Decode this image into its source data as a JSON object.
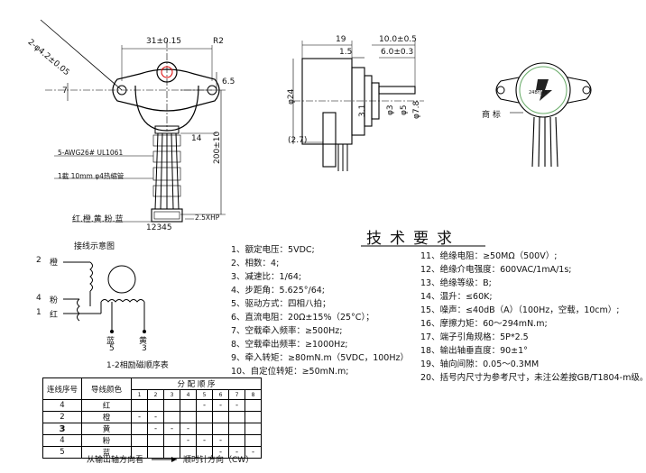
{
  "dimensions": {
    "diag_label": "2-φ4.2±0.05",
    "width_31": "31±0.15",
    "r2": "R2",
    "h7": "7",
    "h65": "6.5",
    "d14": "14",
    "d200": "200±10",
    "d19": "19",
    "d15": "1.5",
    "d10": "10.0±0.5",
    "d6": "6.0±0.3",
    "d24": "φ24",
    "d31": "3.1",
    "d3": "φ3",
    "d5": "φ5",
    "d78": "φ7.8",
    "d27": "(2.7)"
  },
  "labels": {
    "wire": "5-AWG26# UL1061",
    "sleeve": "1截 10mm φ4热缩管",
    "colors": "红.橙.黄.粉.蓝",
    "connector": "2.5XHP",
    "pins": "12345",
    "logo": "商 标",
    "motor_face": "24BYJ48"
  },
  "wiring": {
    "title": "接线示意图",
    "n2": "2",
    "c2": "橙",
    "n4": "4",
    "c4": "粉",
    "n1": "1",
    "c1": "红",
    "blue": "蓝",
    "blue_n": "5",
    "yellow": "黄",
    "yellow_n": "3",
    "caption": "1-2相励磁顺序表"
  },
  "specs_title": "技术要求",
  "specs_left": [
    "1、额定电压：5VDC;",
    "2、相数：4;",
    "3、减速比：1/64;",
    "4、步距角：5.625°/64;",
    "5、驱动方式：四相八拍；",
    "6、直流电阻：20Ω±15%（25°C）；",
    "7、空载牵入频率：≥500Hz;",
    "8、空载牵出频率：≥1000Hz;",
    "9、牵入转矩：≥80mN.m（5VDC，100Hz）",
    "10、自定位转矩：≥50mN.m;"
  ],
  "specs_right": [
    "11、绝缘电阻：≥50MΩ（500V）;",
    "12、绝缘介电强度：600VAC/1mA/1s;",
    "13、绝缘等级：B;",
    "14、温升：≤60K;",
    "15、噪声：≤40dB（A）（100Hz，空载，10cm）;",
    "16、摩擦力矩：60～294mN.m;",
    "17、端子引角规格：5P*2.5",
    "18、输出轴垂直度：90±1°",
    "19、轴向间隙：0.05～0.3MM",
    "20、括号内尺寸为参考尺寸，未注公差按GB/T1804-m级。"
  ],
  "table": {
    "h_no": "连线序号",
    "h_color": "导线颜色",
    "h_seq": "分 配 顺 序",
    "steps": [
      "1",
      "2",
      "3",
      "4",
      "5",
      "6",
      "7",
      "8"
    ],
    "rows": [
      {
        "no": "4",
        "color": "红",
        "marks": [
          "",
          "",
          "",
          "",
          "-",
          "-",
          "-",
          ""
        ]
      },
      {
        "no": "2",
        "color": "橙",
        "marks": [
          "-",
          "-",
          "",
          "",
          "",
          "",
          "",
          ""
        ]
      },
      {
        "no": "3",
        "color": "黄",
        "marks": [
          "",
          "-",
          "-",
          "-",
          "",
          "",
          "",
          ""
        ]
      },
      {
        "no": "4",
        "color": "粉",
        "marks": [
          "",
          "",
          "",
          "-",
          "-",
          "-",
          "",
          ""
        ]
      },
      {
        "no": "5",
        "color": "蓝",
        "marks": [
          "",
          "",
          "",
          "",
          "",
          "-",
          "-",
          "-"
        ]
      }
    ],
    "footer_left": "从输出轴方向看",
    "footer_right": "顺时针方向（CW）"
  }
}
